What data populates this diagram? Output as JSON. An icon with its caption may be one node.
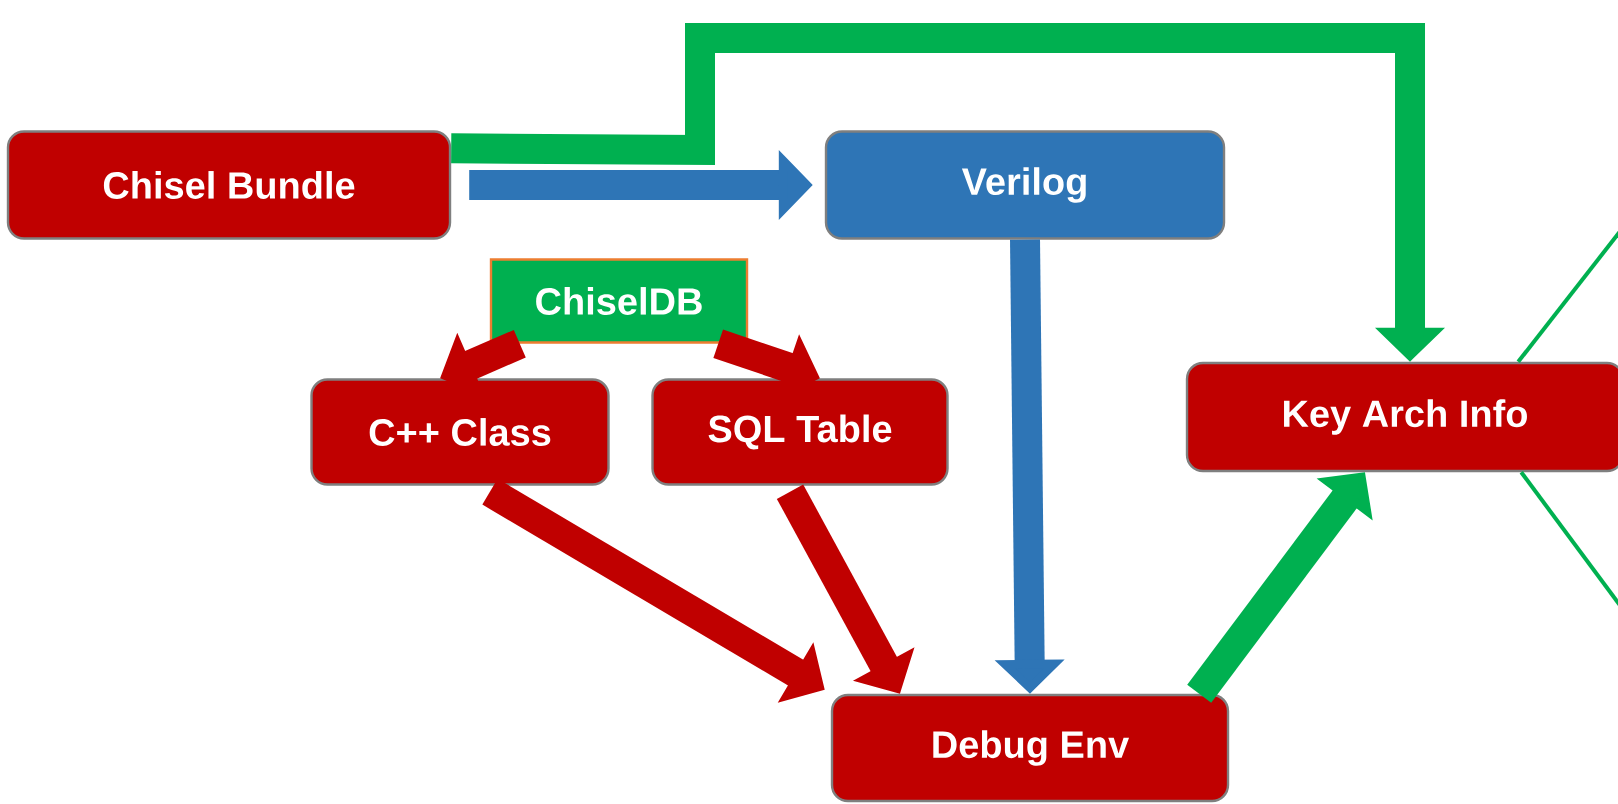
{
  "diagram": {
    "nodes": [
      {
        "text": [
          "Chisel Bundle"
        ]
      },
      {
        "text": [
          "Verilog"
        ]
      },
      {
        "text": [
          "ChiselDB"
        ]
      },
      {
        "text": [
          "C++ Class"
        ]
      },
      {
        "text": [
          "SQL Table"
        ]
      },
      {
        "text": [
          "Key Arch Info"
        ]
      },
      {
        "text": [
          "Debug Env"
        ]
      }
    ],
    "edges": [
      {
        "from": 0,
        "to": 1,
        "arrow": "to",
        "color": "#2e75b6"
      },
      {
        "from": 0,
        "to": 5,
        "arrow": "to",
        "color": "#00b050"
      },
      {
        "from": 2,
        "to": 3,
        "arrow": "to",
        "color": "#c00000"
      },
      {
        "from": 2,
        "to": 4,
        "arrow": "to",
        "color": "#c00000"
      },
      {
        "from": 3,
        "to": 6,
        "arrow": "to",
        "color": "#c00000"
      },
      {
        "from": 4,
        "to": 6,
        "arrow": "to",
        "color": "#c00000"
      },
      {
        "from": 1,
        "to": 6,
        "arrow": "to",
        "color": "#2e75b6"
      },
      {
        "from": 6,
        "to": 5,
        "arrow": "to",
        "color": "#00b050"
      },
      {
        "from": 5,
        "to": null,
        "arrow": "none",
        "color": "#00b050"
      },
      {
        "from": 5,
        "to": null,
        "arrow": "none",
        "color": "#00b050"
      }
    ]
  }
}
